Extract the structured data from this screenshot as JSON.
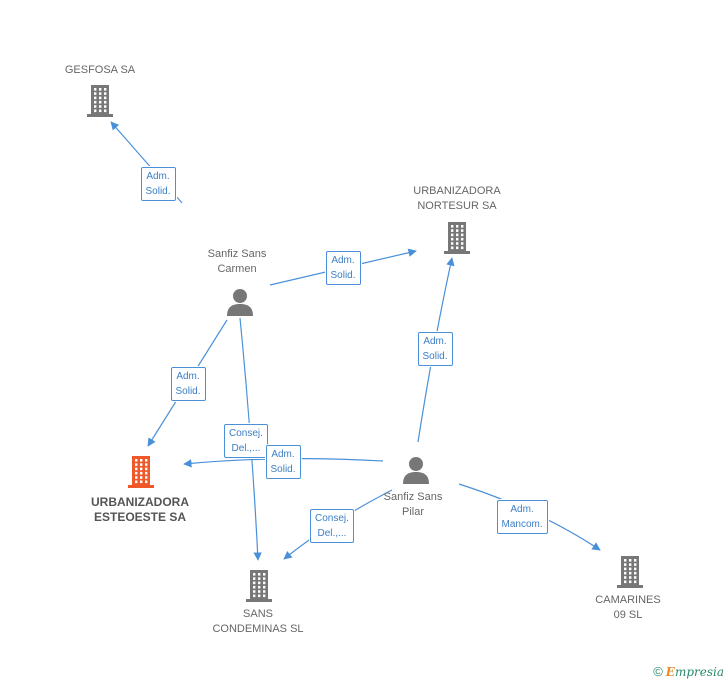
{
  "nodes": [
    {
      "id": "gesfosa",
      "lines": [
        "GESFOSA SA"
      ],
      "kind": "company",
      "color": "#777777"
    },
    {
      "id": "nortesur",
      "lines": [
        "URBANIZADORA",
        "NORTESUR SA"
      ],
      "kind": "company",
      "color": "#777777"
    },
    {
      "id": "carmen",
      "lines": [
        "Sanfiz Sans",
        "Carmen"
      ],
      "kind": "person",
      "color": "#777777"
    },
    {
      "id": "esteoeste",
      "lines": [
        "URBANIZADORA",
        "ESTEOESTE SA"
      ],
      "kind": "company",
      "color": "#f0582a",
      "focus": true
    },
    {
      "id": "pilar",
      "lines": [
        "Sanfiz Sans",
        "Pilar"
      ],
      "kind": "person",
      "color": "#777777"
    },
    {
      "id": "condeminas",
      "lines": [
        "SANS",
        "CONDEMINAS SL"
      ],
      "kind": "company",
      "color": "#777777"
    },
    {
      "id": "camarines",
      "lines": [
        "CAMARINES",
        "09 SL"
      ],
      "kind": "company",
      "color": "#777777"
    }
  ],
  "edges": [
    {
      "id": "e1",
      "label": [
        "Adm.",
        "Solid."
      ]
    },
    {
      "id": "e2",
      "label": [
        "Adm.",
        "Solid."
      ]
    },
    {
      "id": "e3",
      "label": [
        "Adm.",
        "Solid."
      ]
    },
    {
      "id": "e4",
      "label": [
        "Consej.",
        "Del.,..."
      ]
    },
    {
      "id": "e5",
      "label": [
        "Adm.",
        "Solid."
      ]
    },
    {
      "id": "e6",
      "label": [
        "Adm.",
        "Solid."
      ]
    },
    {
      "id": "e7",
      "label": [
        "Consej.",
        "Del.,..."
      ]
    },
    {
      "id": "e8",
      "label": [
        "Adm.",
        "Mancom."
      ]
    }
  ],
  "colors": {
    "edge": "#4a90d9",
    "focus": "#f0582a",
    "node": "#777777"
  },
  "brand": {
    "copyright": "©",
    "first_letter": "E",
    "rest": "mpresia"
  }
}
